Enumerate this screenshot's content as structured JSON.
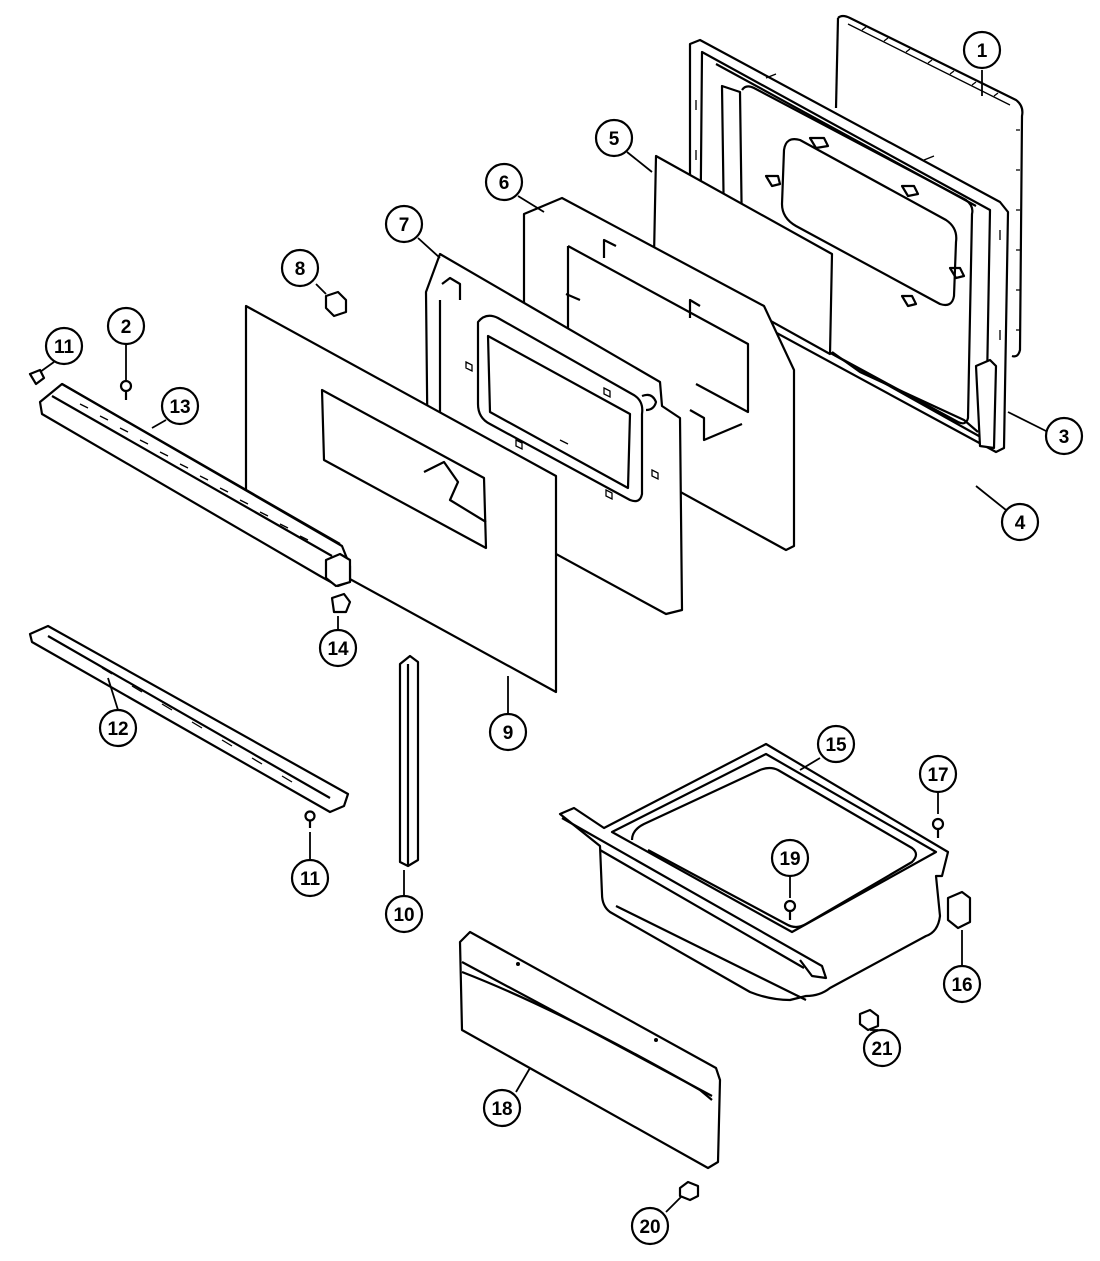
{
  "callouts": [
    {
      "id": "1",
      "label": "1"
    },
    {
      "id": "2",
      "label": "2"
    },
    {
      "id": "3",
      "label": "3"
    },
    {
      "id": "4",
      "label": "4"
    },
    {
      "id": "5",
      "label": "5"
    },
    {
      "id": "6",
      "label": "6"
    },
    {
      "id": "7",
      "label": "7"
    },
    {
      "id": "8",
      "label": "8"
    },
    {
      "id": "9",
      "label": "9"
    },
    {
      "id": "10",
      "label": "10"
    },
    {
      "id": "11a",
      "label": "11"
    },
    {
      "id": "11b",
      "label": "11"
    },
    {
      "id": "12",
      "label": "12"
    },
    {
      "id": "13",
      "label": "13"
    },
    {
      "id": "14",
      "label": "14"
    },
    {
      "id": "15",
      "label": "15"
    },
    {
      "id": "16",
      "label": "16"
    },
    {
      "id": "17",
      "label": "17"
    },
    {
      "id": "18",
      "label": "18"
    },
    {
      "id": "19",
      "label": "19"
    },
    {
      "id": "20",
      "label": "20"
    },
    {
      "id": "21",
      "label": "21"
    }
  ]
}
